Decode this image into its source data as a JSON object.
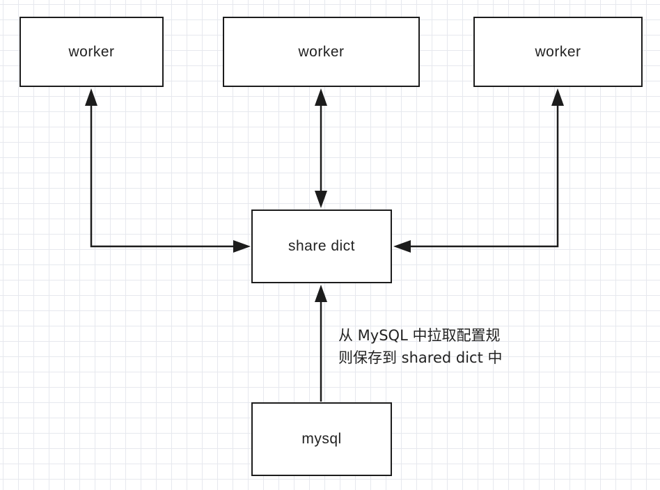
{
  "nodes": {
    "worker_left": "worker",
    "worker_center": "worker",
    "worker_right": "worker",
    "share_dict": "share dict",
    "mysql": "mysql"
  },
  "annotation": {
    "line1": "从 MySQL 中拉取配置规",
    "line2": "则保存到 shared dict 中"
  },
  "colors": {
    "stroke": "#1c1c1c",
    "grid": "#e6e8ee",
    "background": "#ffffff"
  }
}
